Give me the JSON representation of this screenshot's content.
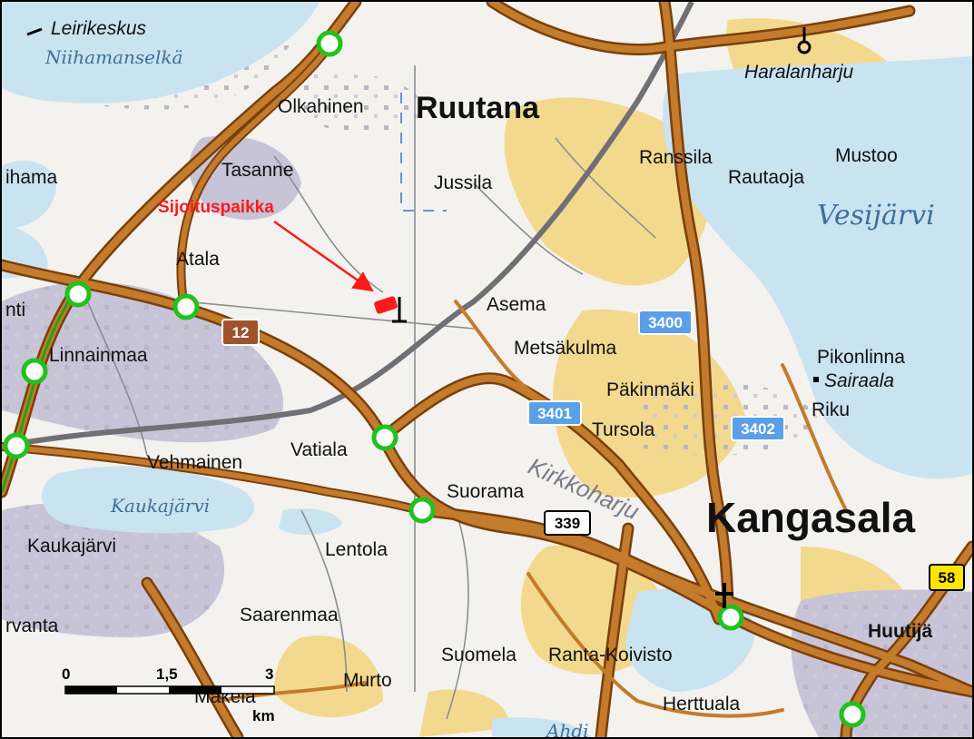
{
  "colors": {
    "road": "#b5651d",
    "road_border": "#7a3f0c",
    "water": "#c9e3f1",
    "urban": "#c7c4d8",
    "field": "#f3d98e",
    "junction": "#22c11c",
    "annotation": "#ff1a1a",
    "shield_blue": "#5aa0e6",
    "shield_brown": "#a0522d",
    "shield_yellow": "#ffe600"
  },
  "annotation": {
    "label": "Sijoituspaikka",
    "marker_icon": "red-site-marker-icon",
    "arrow_icon": "red-arrow-icon"
  },
  "places": {
    "leirikeskus": "Leirikeskus",
    "olkahinen": "Olkahinen",
    "ruutana": "Ruutana",
    "haralanharju": "Haralanharju",
    "ihama": "ihama",
    "tasanne": "Tasanne",
    "jussila": "Jussila",
    "ranssila": "Ranssila",
    "rautaoja": "Rautaoja",
    "mustoo": "Mustoo",
    "atala": "Atala",
    "nti": "nti",
    "asema": "Asema",
    "linnainmaa": "Linnainmaa",
    "metsakulma": "Metsäkulma",
    "pikonlinna": "Pikonlinna",
    "sairaala": "Sairaala",
    "pakinmaki": "Päkinmäki",
    "riku": "Riku",
    "tursola": "Tursola",
    "vehmainen": "Vehmainen",
    "vatiala": "Vatiala",
    "suorama": "Suorama",
    "kangasala": "Kangasala",
    "kaukajarvi_place": "Kaukajärvi",
    "lentola": "Lentola",
    "saarenmaa": "Saarenmaa",
    "rvanta": "rvanta",
    "huutija": "Huutijä",
    "suomela": "Suomela",
    "ranta_koivisto": "Ranta-Koivisto",
    "murto": "Murto",
    "makela": "Mäkelä",
    "herttuala": "Herttuala",
    "ahdi": "Ahdi"
  },
  "water_names": {
    "niihamanselka": "Niihamanselkä",
    "vesijarvi": "Vesijärvi",
    "kaukajarvi_lake": "Kaukajärvi"
  },
  "terrain_names": {
    "kirkkoharju": "Kirkkoharju"
  },
  "road_shields": [
    {
      "number": "12",
      "style": "brown"
    },
    {
      "number": "3400",
      "style": "blue"
    },
    {
      "number": "3401",
      "style": "blue"
    },
    {
      "number": "3402",
      "style": "blue"
    },
    {
      "number": "339",
      "style": "white"
    },
    {
      "number": "58",
      "style": "yellow"
    }
  ],
  "symbols": {
    "church_icon": "church-cross-icon",
    "tower_icon": "radio-mast-icon",
    "hospital_icon": "hospital-square-icon",
    "camp_icon": "camp-flag-icon",
    "junction_icon": "junction-circle-icon"
  },
  "scale_bar": {
    "tick_0": "0",
    "tick_mid": "1,5",
    "tick_end": "3",
    "unit": "km",
    "min_km": 0,
    "max_km": 3
  }
}
